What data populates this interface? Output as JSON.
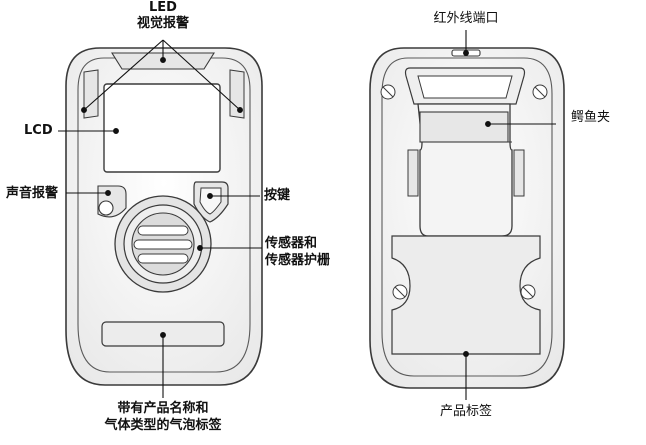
{
  "front_labels": {
    "led_line1": "LED",
    "led_line2": "视觉报警",
    "lcd": "LCD",
    "audible_alarm": "声音报警",
    "button": "按键",
    "sensor_line1": "传感器和",
    "sensor_line2": "传感器护栅",
    "product_label_line1": "带有产品名称和",
    "product_label_line2": "气体类型的气泡标签"
  },
  "back_labels": {
    "ir_port": "红外线端口",
    "clip": "鳄鱼夹",
    "product_label": "产品标签"
  },
  "colors": {
    "outline": "#3a3a3a",
    "body_fill": "#f2f2f2",
    "inner_fill": "#e4e4e4",
    "screen_fill": "#ffffff",
    "leader": "#111111"
  }
}
